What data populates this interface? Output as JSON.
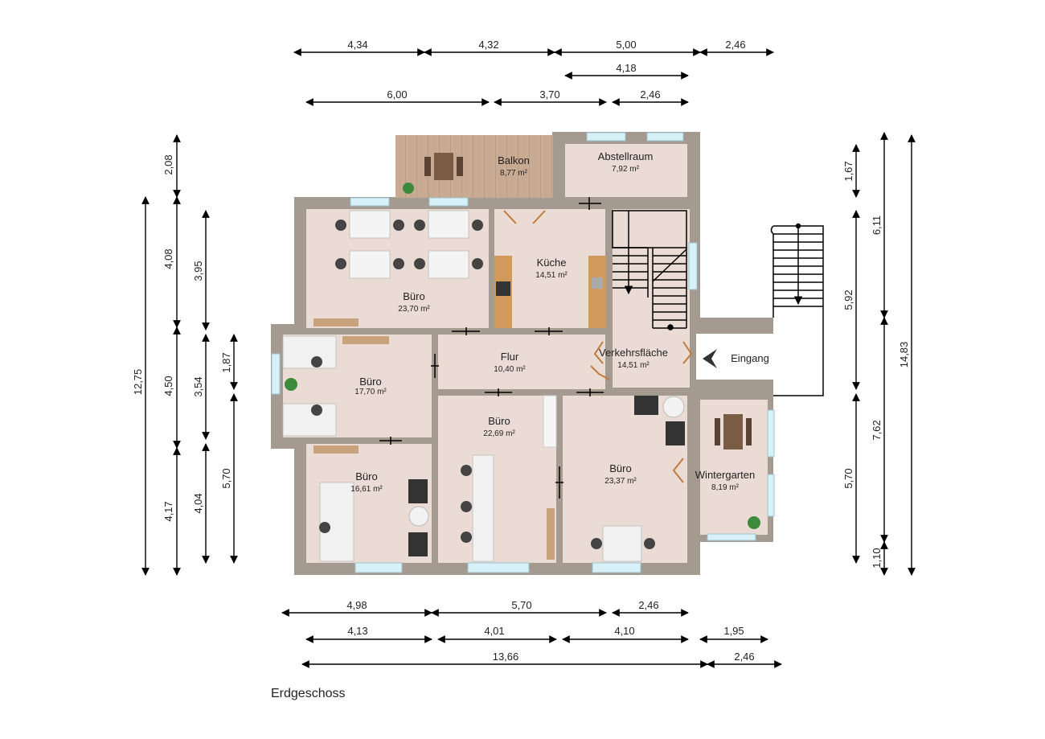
{
  "floor_name": "Erdgeschoss",
  "entrance_label": "Eingang",
  "rooms": [
    {
      "id": "balkon",
      "name": "Balkon",
      "area": "8,77 m²"
    },
    {
      "id": "abstellraum",
      "name": "Abstellraum",
      "area": "7,92 m²"
    },
    {
      "id": "kueche",
      "name": "Küche",
      "area": "14,51 m²"
    },
    {
      "id": "buero1",
      "name": "Büro",
      "area": "23,70 m²"
    },
    {
      "id": "buero2",
      "name": "Büro",
      "area": "17,70 m²"
    },
    {
      "id": "flur",
      "name": "Flur",
      "area": "10,40 m²"
    },
    {
      "id": "verkehr",
      "name": "Verkehrsfläche",
      "area": "14,51 m²"
    },
    {
      "id": "buero3",
      "name": "Büro",
      "area": "16,61 m²"
    },
    {
      "id": "buero4",
      "name": "Büro",
      "area": "22,69 m²"
    },
    {
      "id": "buero5",
      "name": "Büro",
      "area": "23,37 m²"
    },
    {
      "id": "winter",
      "name": "Wintergarten",
      "area": "8,19 m²"
    }
  ],
  "dimensions": {
    "top_row1": [
      "4,34",
      "4,32",
      "5,00",
      "2,46"
    ],
    "top_row2": [
      "4,18"
    ],
    "top_row3": [
      "6,00",
      "3,70",
      "2,46"
    ],
    "left_col1": [
      "12,75"
    ],
    "left_col2": [
      "2,08",
      "4,08",
      "4,50",
      "4,17"
    ],
    "left_col3": [
      "3,95",
      "3,54",
      "4,04"
    ],
    "left_col4": [
      "1,87",
      "5,70"
    ],
    "right_col1": [
      "1,67",
      "5,92",
      "5,70",
      "1,10"
    ],
    "right_col2": [
      "6,11",
      "7,62"
    ],
    "right_col3": [
      "14,83"
    ],
    "bottom_row1": [
      "4,98",
      "5,70",
      "2,46"
    ],
    "bottom_row2": [
      "4,13",
      "4,01",
      "4,10",
      "1,95"
    ],
    "bottom_row3": [
      "13,66",
      "2,46"
    ]
  },
  "colors": {
    "wall": "#a59a8f",
    "floor": "#eadcd5",
    "balcony": "#c9ab94",
    "window": "#d8f0f8",
    "line": "#000000"
  }
}
